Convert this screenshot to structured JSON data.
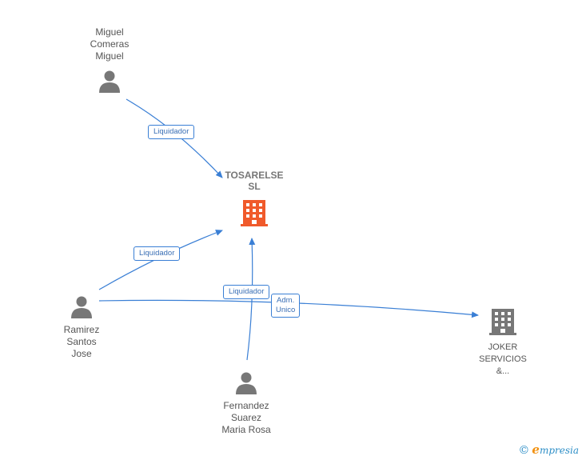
{
  "nodes": {
    "miguel": {
      "lines": [
        "Miguel",
        "Comeras",
        "Miguel"
      ]
    },
    "tosarelse": {
      "lines": [
        "TOSARELSE",
        "SL"
      ]
    },
    "ramirez": {
      "lines": [
        "Ramirez",
        "Santos",
        "Jose"
      ]
    },
    "fernandez": {
      "lines": [
        "Fernandez",
        "Suarez",
        "Maria Rosa"
      ]
    },
    "joker": {
      "lines": [
        "JOKER",
        "SERVICIOS",
        "&..."
      ]
    }
  },
  "edge_labels": {
    "miguel_tosarelse": "Liquidador",
    "ramirez_tosarelse": "Liquidador",
    "fernandez_tosarelse": "Liquidador",
    "ramirez_joker_1": "Adm.",
    "ramirez_joker_2": "Unico"
  },
  "colors": {
    "edge": "#3a7fd5",
    "person_icon": "#777777",
    "main_company_icon": "#f05a2b",
    "other_company_icon": "#777777"
  },
  "footer": {
    "copyright": "©",
    "brand_initial": "e",
    "brand_rest": "mpresia"
  }
}
